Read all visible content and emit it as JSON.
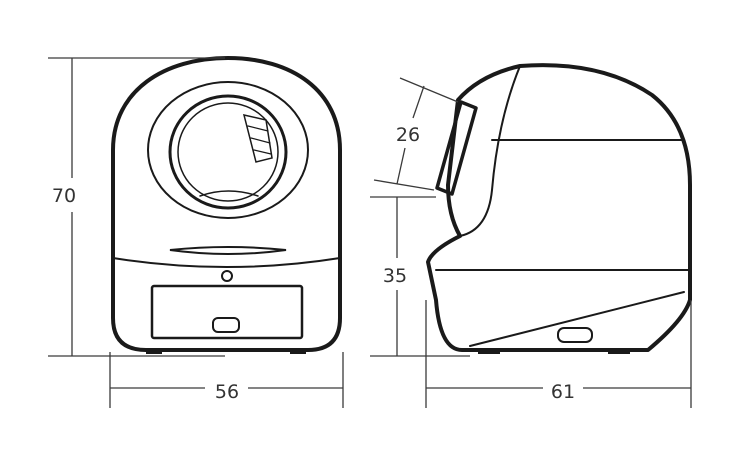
{
  "diagram": {
    "front_view": {
      "height_label": "70",
      "width_label": "56"
    },
    "side_view": {
      "opening_label": "26",
      "lower_height_label": "35",
      "depth_label": "61"
    },
    "colors": {
      "line": "#1a1a1a",
      "dimension": "#3a3a3a",
      "background": "#ffffff"
    }
  }
}
